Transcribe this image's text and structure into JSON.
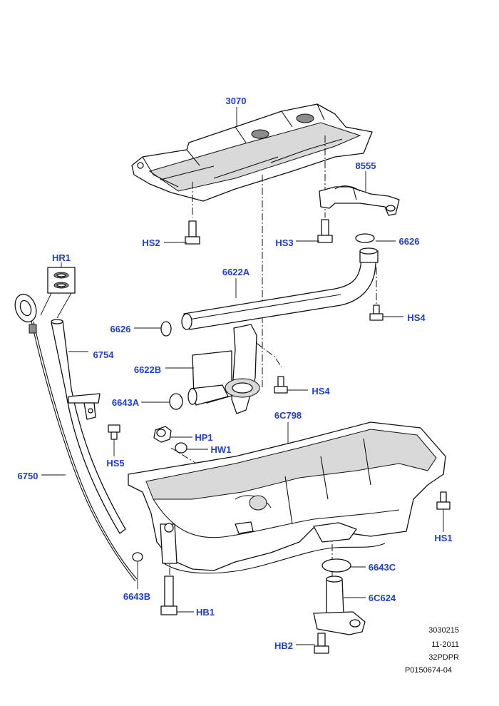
{
  "callouts": {
    "c3070": "3070",
    "c8555": "8555",
    "hs2": "HS2",
    "hs3": "HS3",
    "c6626a": "6626",
    "c6622a": "6622A",
    "hr1": "HR1",
    "c6626b": "6626",
    "hs4a": "HS4",
    "c6754": "6754",
    "c6622b": "6622B",
    "hs4b": "HS4",
    "c6643a": "6643A",
    "c6c798": "6C798",
    "hp1": "HP1",
    "hw1": "HW1",
    "hs5": "HS5",
    "c6750": "6750",
    "hs1": "HS1",
    "c6643c": "6643C",
    "c6c624": "6C624",
    "c6643b": "6643B",
    "hb1": "HB1",
    "hb2": "HB2"
  },
  "footer": {
    "line1": "3030215",
    "line2": "11-2011",
    "line3": "32PDPR",
    "line4": "P0150674-04"
  },
  "colors": {
    "callout": "#1f3fc4",
    "line": "#111111"
  }
}
